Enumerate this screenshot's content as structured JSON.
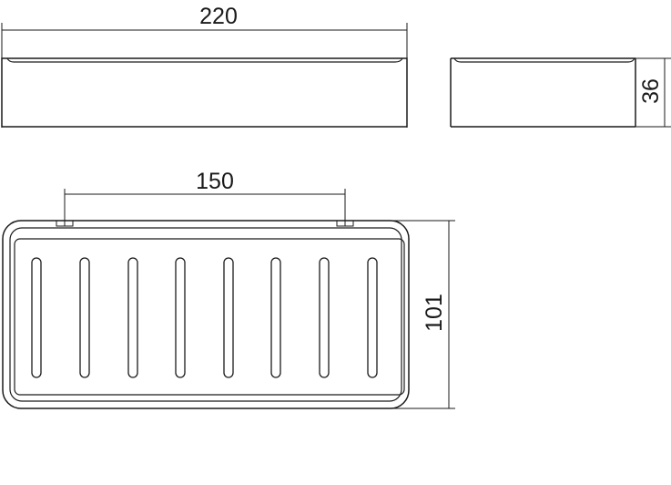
{
  "drawing": {
    "dimensions": {
      "width_label": "220",
      "height_label": "36",
      "mount_spacing_label": "150",
      "depth_label": "101"
    },
    "slot_count": 8,
    "line_color": "#1a1a1a",
    "background": "#ffffff"
  }
}
